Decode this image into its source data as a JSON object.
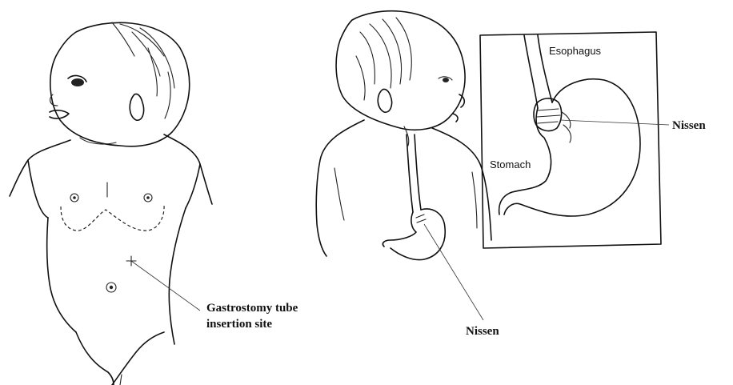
{
  "labels": {
    "gastrostomy_line1": "Gastrostomy tube",
    "gastrostomy_line2": "insertion site",
    "nissen_lower": "Nissen",
    "nissen_inset": "Nissen",
    "esophagus": "Esophagus",
    "stomach": "Stomach"
  }
}
